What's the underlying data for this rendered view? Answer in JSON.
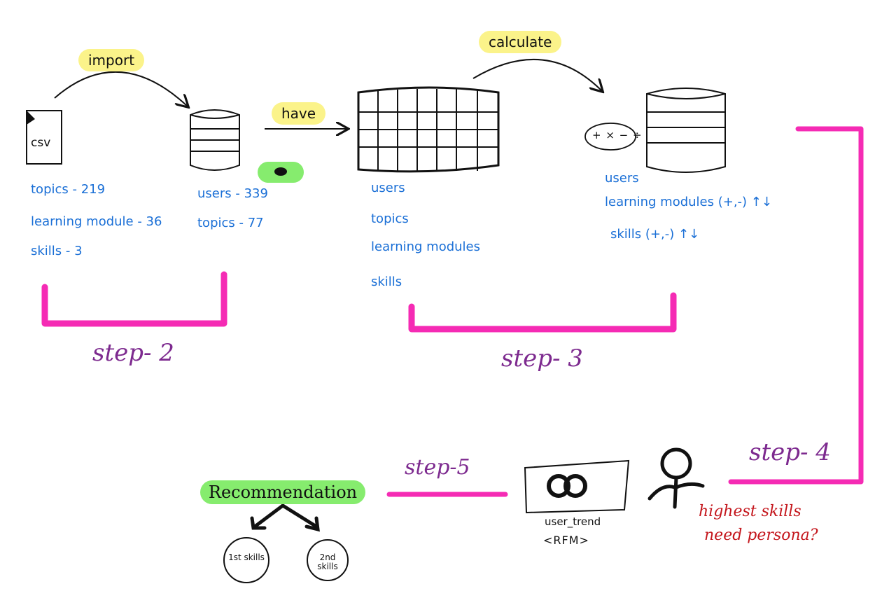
{
  "arrows": {
    "import_label": "import",
    "have_label": "have",
    "calculate_label": "calculate"
  },
  "csv": {
    "label": "csv"
  },
  "csv_stats": [
    "topics - 219",
    "learning module - 36",
    "skills - 3"
  ],
  "db_stats": [
    "users - 339",
    "topics - 77"
  ],
  "table_stats": [
    "users",
    "topics",
    "learning modules",
    "skills"
  ],
  "calc_stats": [
    "users",
    "learning modules (+,-) ↑↓",
    "skills (+,-) ↑↓"
  ],
  "ops": {
    "symbols": "+ ×  − ÷"
  },
  "steps": {
    "s2": "step- 2",
    "s3": "step- 3",
    "s4": "step- 4",
    "s5": "step-5"
  },
  "trend": {
    "name": "user_trend",
    "sub": "<RFM>"
  },
  "question": {
    "line1": "highest skills",
    "line2": "need persona?"
  },
  "recommendation": {
    "title": "Recommendation",
    "first": "1st skills",
    "second": "2nd skills"
  },
  "colors": {
    "pink": "#f52bb4",
    "blue": "#1a6fd6",
    "purple": "#7d2a8f",
    "red": "#c4161c",
    "yellow": "#fbf38a",
    "green": "#86ec6e"
  }
}
